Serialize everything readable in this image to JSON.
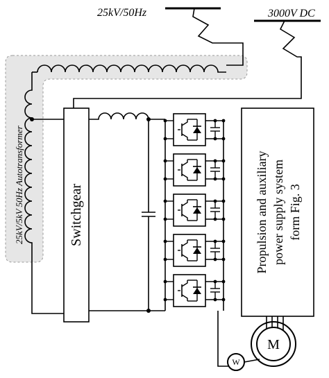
{
  "labels": {
    "ac_supply": "25kV/50Hz",
    "dc_supply": "3000V DC",
    "autotransformer": "25kV/5kV 50Hz Autotransformer",
    "switchgear": "Switchgear",
    "propulsion_line1": "Propulsion and auxiliary",
    "propulsion_line2": "power supply system",
    "propulsion_line3": "form Fig. 3",
    "motor": "M",
    "wheel": "W"
  },
  "converter_modules": 5,
  "colors": {
    "line": "#000000",
    "autotransformer_zone": "#e6e6e6",
    "zone_border": "#9a9a9a"
  }
}
